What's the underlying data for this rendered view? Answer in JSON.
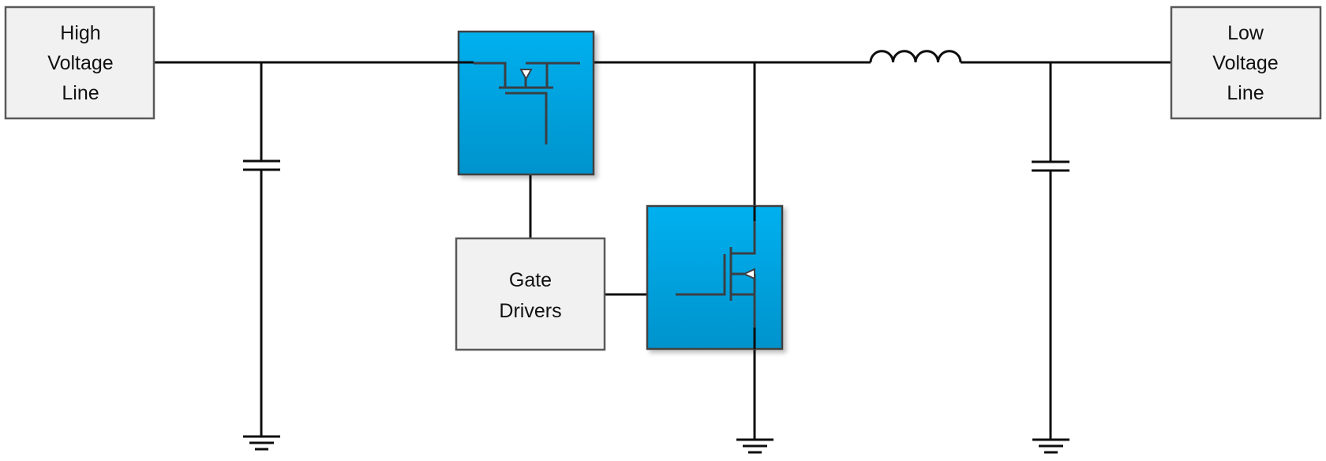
{
  "diagram": {
    "title": "Synchronous buck converter block diagram",
    "colors": {
      "wire": "#0d0d0d",
      "block_fill": "#f1f1f1",
      "block_border": "#595959",
      "mosfet_fill_top": "#00b0ef",
      "mosfet_fill_bottom": "#0093cc",
      "mosfet_symbol": "#3a3f44"
    },
    "blocks": {
      "high_voltage": {
        "lines": [
          "High",
          "Voltage",
          "Line"
        ]
      },
      "low_voltage": {
        "lines": [
          "Low",
          "Voltage",
          "Line"
        ]
      },
      "gate_drivers": {
        "lines": [
          "Gate",
          "Drivers"
        ]
      }
    },
    "components": [
      {
        "id": "input-capacitor",
        "type": "capacitor"
      },
      {
        "id": "high-side-mosfet",
        "type": "p-channel-mosfet"
      },
      {
        "id": "low-side-mosfet",
        "type": "n-channel-mosfet"
      },
      {
        "id": "output-inductor",
        "type": "inductor"
      },
      {
        "id": "output-capacitor",
        "type": "capacitor"
      },
      {
        "id": "ground-input",
        "type": "ground"
      },
      {
        "id": "ground-switch",
        "type": "ground"
      },
      {
        "id": "ground-output",
        "type": "ground"
      }
    ]
  }
}
